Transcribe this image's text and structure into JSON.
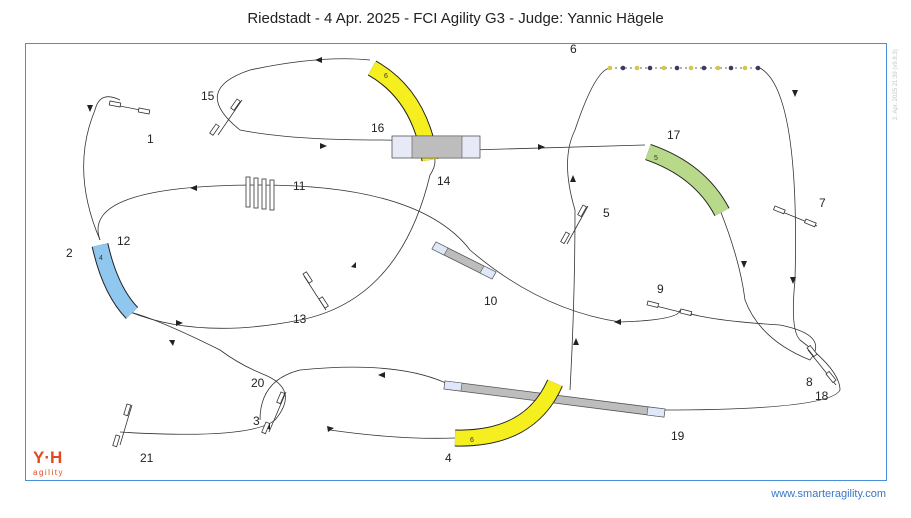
{
  "header": {
    "title": "Riedstadt - 4 Apr. 2025 - FCI Agility G3 - Judge: Yannic Hägele"
  },
  "footer": {
    "url": "www.smarteragility.com",
    "version": "2. Apr. 2025 21:39 (v9.8.3)"
  },
  "logo": {
    "mark": "Y·H",
    "text": "agility"
  },
  "colors": {
    "frame": "#4a90d9",
    "tunnel_yellow": "#f5ef1f",
    "tunnel_green": "#b9d98a",
    "tunnel_blue": "#8fc7ee",
    "dogwalk": "#bdbdbd",
    "dogwalk_end": "#dfe8f8"
  },
  "course": {
    "numbers": {
      "n1": "1",
      "n2": "2",
      "n3": "3",
      "n4": "4",
      "n5": "5",
      "n6": "6",
      "n7": "7",
      "n8": "8",
      "n9": "9",
      "n10": "10",
      "n11": "11",
      "n12": "12",
      "n13": "13",
      "n14": "14",
      "n15": "15",
      "n16": "16",
      "n17": "17",
      "n18": "18",
      "n19": "19",
      "n20": "20",
      "n21": "21"
    },
    "tunnel_labels": {
      "t_top": "6",
      "t_green": "5",
      "t_blue": "4",
      "t_bottom": "6"
    }
  }
}
